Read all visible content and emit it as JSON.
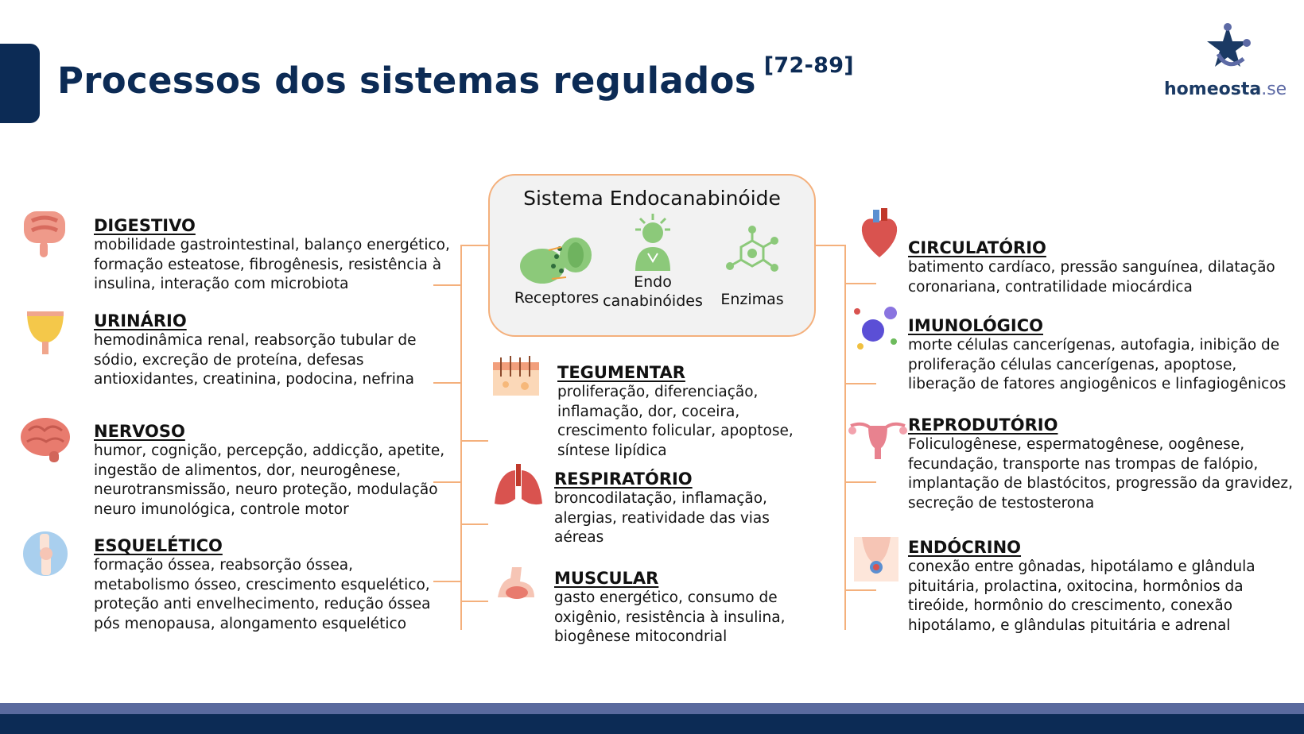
{
  "header": {
    "title": "Processos dos sistemas regulados",
    "refs": "[72-89]"
  },
  "logo": {
    "name": "homeosta",
    "suffix": ".se"
  },
  "center": {
    "title": "Sistema Endocanabinóide",
    "items": [
      {
        "label": "Receptores"
      },
      {
        "label_line1": "Endo",
        "label_line2": "canabinóides"
      },
      {
        "label": "Enzimas"
      }
    ]
  },
  "systems": {
    "digestivo": {
      "name": "DIGESTIVO",
      "lines": [
        "mobilidade gastrointestinal, balanço energético,",
        "formação esteatose, fibrogênesis, resistência à",
        "insulina, interação com microbiota"
      ]
    },
    "urinario": {
      "name": "URINÁRIO",
      "lines": [
        "hemodinâmica renal, reabsorção tubular de",
        "sódio, excreção de proteína, defesas",
        "antioxidantes, creatinina, podocina, nefrina"
      ]
    },
    "nervoso": {
      "name": "NERVOSO",
      "lines": [
        "humor, cognição, percepção, addicção, apetite,",
        "ingestão de alimentos, dor, neurogênese,",
        "neurotransmissão, neuro proteção, modulação",
        "neuro imunológica, controle motor"
      ]
    },
    "esqueletico": {
      "name": "ESQUELÉTICO",
      "lines": [
        "formação óssea, reabsorção óssea,",
        "metabolismo ósseo, crescimento esquelético,",
        "proteção anti envelhecimento, redução óssea",
        "pós menopausa, alongamento esquelético"
      ]
    },
    "tegumentar": {
      "name": "TEGUMENTAR",
      "lines": [
        "proliferação, diferenciação,",
        "inflamação, dor, coceira,",
        "crescimento folicular, apoptose,",
        "síntese lipídica"
      ]
    },
    "respiratorio": {
      "name": "RESPIRATÓRIO",
      "lines": [
        "broncodilatação, inflamação,",
        "alergias, reatividade das vias",
        "aéreas"
      ]
    },
    "muscular": {
      "name": "MUSCULAR",
      "lines": [
        "gasto energético, consumo de",
        "oxigênio, resistência à insulina,",
        "biogênese mitocondrial"
      ]
    },
    "circulatorio": {
      "name": "CIRCULATÓRIO",
      "lines": [
        "batimento cardíaco, pressão sanguínea, dilatação",
        "coronariana, contratilidade miocárdica"
      ]
    },
    "imunologico": {
      "name": "IMUNOLÓGICO",
      "lines": [
        "morte células cancerígenas, autofagia, inibição de",
        "proliferação células cancerígenas, apoptose,",
        "liberação de fatores angiogênicos e linfagiogênicos"
      ]
    },
    "reprodutorio": {
      "name": "REPRODUTÓRIO",
      "lines": [
        "Foliculogênese, espermatogênese, oogênese,",
        "fecundação, transporte nas trompas de falópio,",
        "implantação de blastócitos, progressão da gravidez,",
        "secreção de testosterona"
      ]
    },
    "endocrino": {
      "name": "ENDÓCRINO",
      "lines": [
        "conexão entre gônadas, hipotálamo e glândula",
        "pituitária, prolactina, oxitocina, hormônios da",
        "tireóide, hormônio do crescimento, conexão",
        "hipotálamo, e glândulas pituitária e adrenal"
      ]
    }
  },
  "colors": {
    "navy": "#0c2b55",
    "connector": "#f4b07c",
    "icon_green": "#8cc97a",
    "footer_band": "#5a6a9e"
  }
}
